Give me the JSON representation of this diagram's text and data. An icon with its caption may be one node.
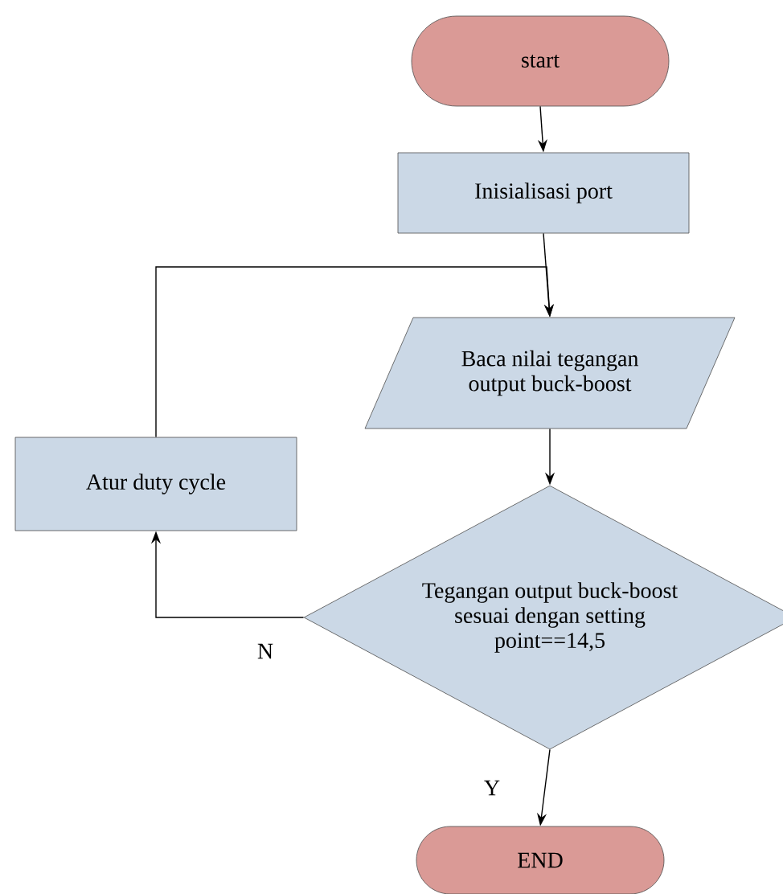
{
  "diagram": {
    "nodes": [
      {
        "text": [
          "start"
        ]
      },
      {
        "text": [
          "Inisialisasi port"
        ]
      },
      {
        "text": [
          "Baca nilai tegangan output buck-boost"
        ]
      },
      {
        "text": [
          "Atur duty cycle"
        ]
      },
      {
        "text": [
          "Tegangan output buck-boost sesuai dengan setting point==14,5"
        ]
      },
      {
        "text": [
          "END"
        ]
      }
    ],
    "edges": [
      {
        "from": 0,
        "to": 1,
        "arrow": "to"
      },
      {
        "from": 1,
        "to": 2,
        "arrow": "to"
      },
      {
        "from": 2,
        "to": 4,
        "arrow": "to"
      },
      {
        "from": 4,
        "to": 3,
        "arrow": "to",
        "label": "N"
      },
      {
        "from": 3,
        "to": 2,
        "arrow": "to"
      },
      {
        "from": 4,
        "to": 5,
        "arrow": "to",
        "label": "Y"
      }
    ]
  }
}
